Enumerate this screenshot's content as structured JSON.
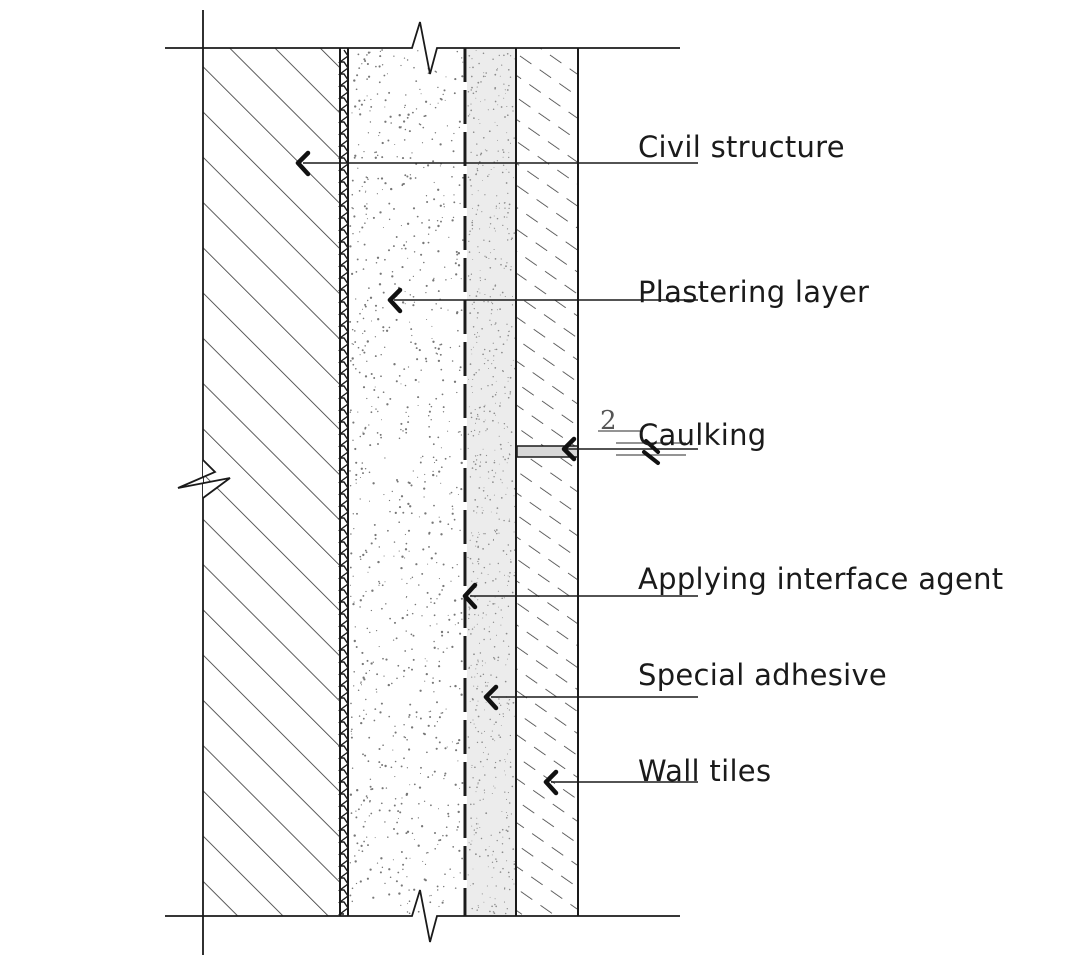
{
  "labels": {
    "civil_structure": "Civil structure",
    "plastering_layer": "Plastering layer",
    "caulking": "Caulking",
    "interface_agent": "Applying interface agent",
    "special_adhesive": "Special adhesive",
    "wall_tiles": "Wall tiles"
  },
  "caulking_note": "2",
  "colors": {
    "line": "#1a1a1a",
    "hatch": "#333333",
    "background": "#ffffff"
  }
}
